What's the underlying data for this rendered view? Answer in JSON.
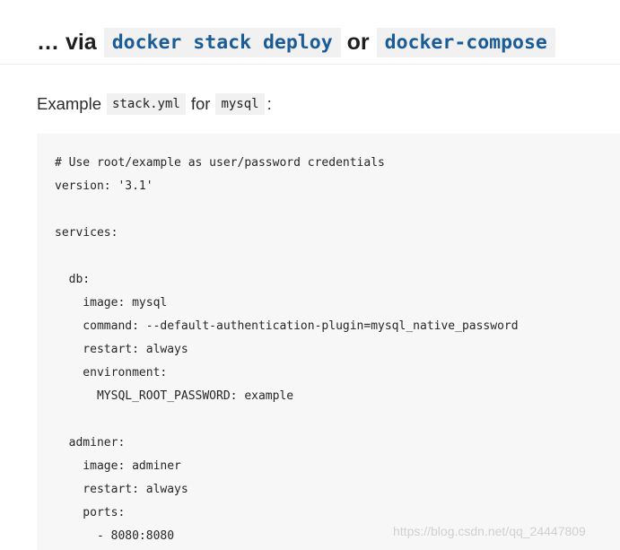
{
  "heading": {
    "prefix": "… via",
    "code1": "docker stack deploy",
    "connector": "or",
    "code2": "docker-compose"
  },
  "intro": {
    "text1": "Example",
    "code1": "stack.yml",
    "text2": "for",
    "code2": "mysql",
    "text3": ":"
  },
  "code": {
    "lines": [
      "# Use root/example as user/password credentials",
      "version: '3.1'",
      "",
      "services:",
      "",
      "  db:",
      "    image: mysql",
      "    command: --default-authentication-plugin=mysql_native_password",
      "    restart: always",
      "    environment:",
      "      MYSQL_ROOT_PASSWORD: example",
      "",
      "  adminer:",
      "    image: adminer",
      "    restart: always",
      "    ports:",
      "      - 8080:8080"
    ]
  },
  "watermark": "https://blog.csdn.net/qq_24447809",
  "colors": {
    "inline_code_text": "#1b5c97",
    "inline_code_bg": "#f1f1f1",
    "code_block_bg": "#f7f7f7"
  }
}
